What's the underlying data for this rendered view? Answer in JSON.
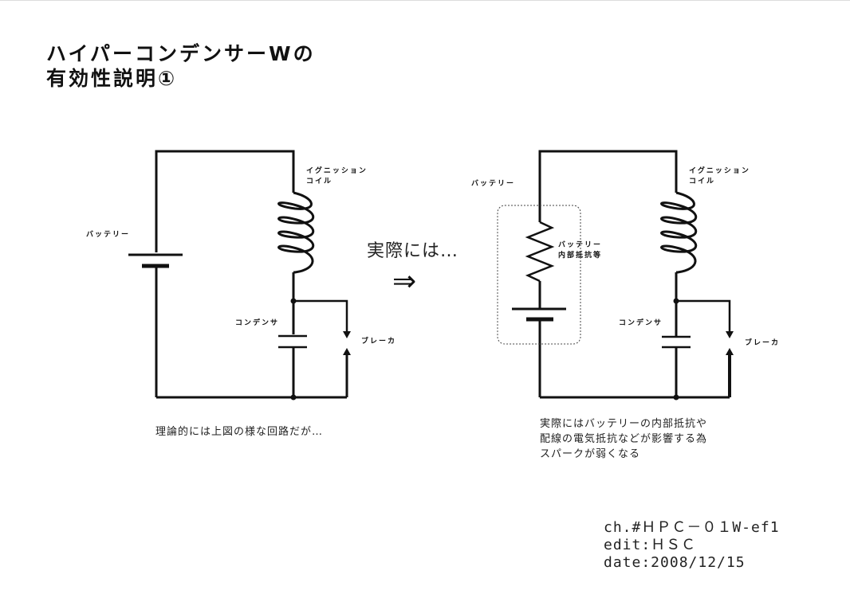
{
  "title": {
    "line1": "ハイパーコンデンサーWの",
    "line2": "有効性説明①"
  },
  "left_circuit": {
    "battery_label": "バッテリー",
    "coil_label_line1": "イグニッション",
    "coil_label_line2": "コイル",
    "condenser_label": "コンデンサ",
    "breaker_label": "ブレーカ",
    "caption": "理論的には上図の様な回路だが…"
  },
  "transition": {
    "text": "実際には…",
    "arrow": "⇒"
  },
  "right_circuit": {
    "battery_label": "バッテリー",
    "internal_resistance_line1": "バッテリー",
    "internal_resistance_line2": "内部抵抗等",
    "coil_label_line1": "イグニッション",
    "coil_label_line2": "コイル",
    "condenser_label": "コンデンサ",
    "breaker_label": "ブレーカ",
    "caption_lines": [
      "実際にはバッテリーの内部抵抗や",
      "配線の電気抵抗などが影響する為",
      "スパークが弱くなる"
    ]
  },
  "footer": {
    "line1": "ch.#ＨＰＣ－０１W-ef1",
    "line2": "edit:ＨＳＣ",
    "line3": "date:2008/12/15"
  }
}
